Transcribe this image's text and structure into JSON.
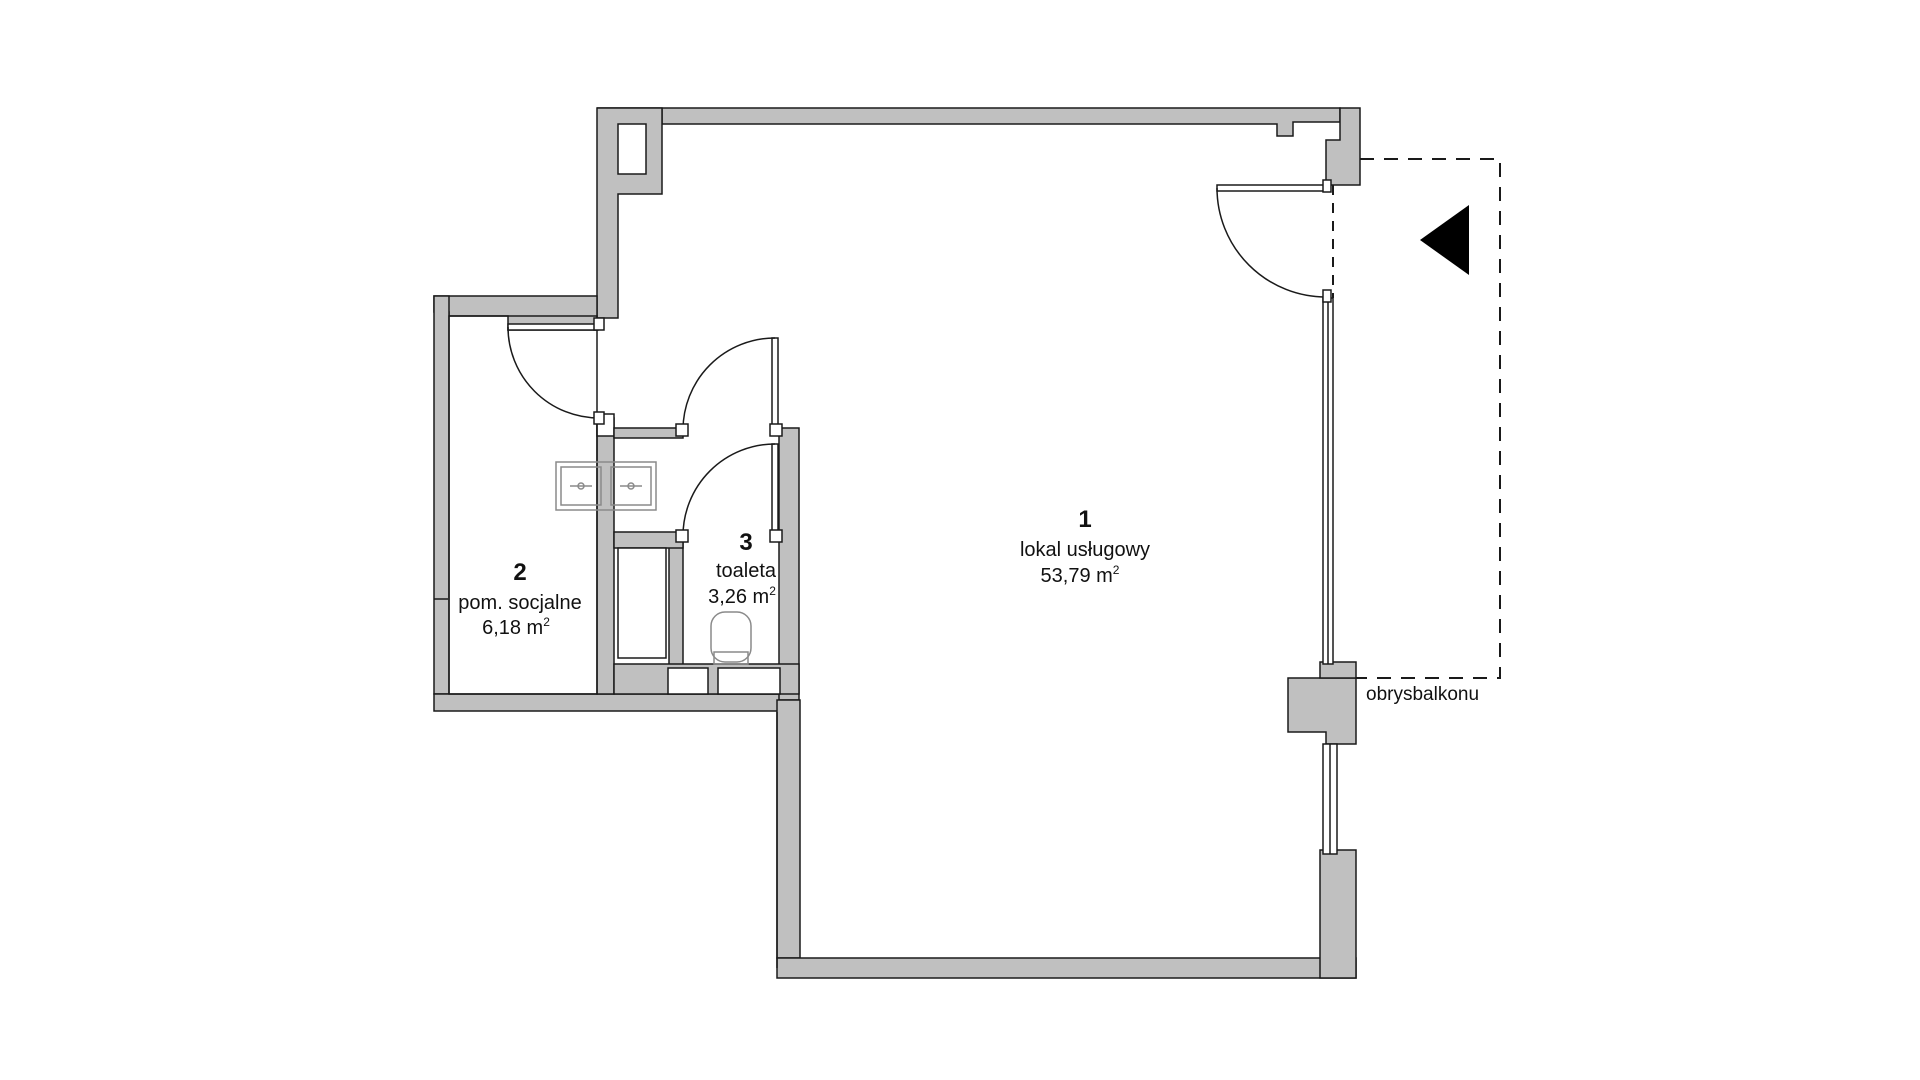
{
  "colors": {
    "wall_fill": "#c0c0c0",
    "wall_stroke": "#1a1a1a",
    "floor": "#ffffff",
    "text": "#111111",
    "fixture_stroke": "#8a8a8a",
    "entrance_marker": "#000000"
  },
  "rooms": [
    {
      "number": "1",
      "name": "lokal usługowy",
      "area": "53,79 m",
      "area_unit_sup": "2"
    },
    {
      "number": "2",
      "name": "pom. socjalne",
      "area": "6,18 m",
      "area_unit_sup": "2"
    },
    {
      "number": "3",
      "name": "toaleta",
      "area": "3,26 m",
      "area_unit_sup": "2"
    }
  ],
  "balcony": {
    "label": "obrysbalkonu"
  },
  "icons": {
    "entrance": "entrance-arrow-icon",
    "sink": "double-sink-icon",
    "toilet": "toilet-icon"
  }
}
